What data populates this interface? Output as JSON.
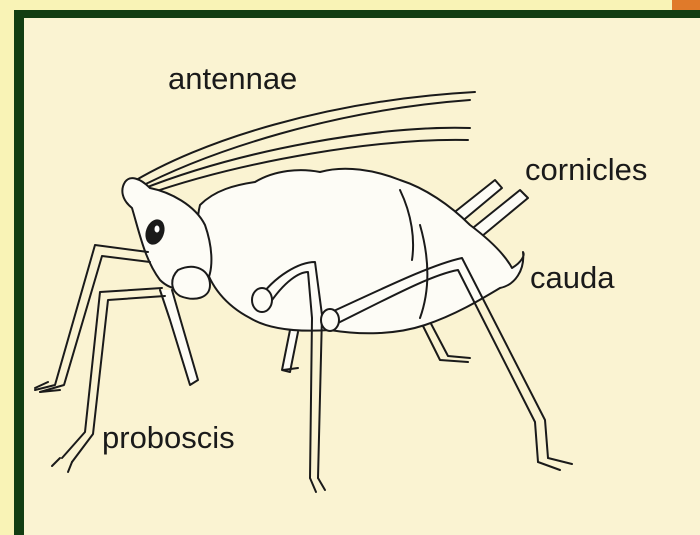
{
  "labels": {
    "antennae": "antennae",
    "cornicles": "cornicles",
    "cauda": "cauda",
    "proboscis": "proboscis"
  },
  "colors": {
    "background": "#f9f3b6",
    "panel": "#faf3d2",
    "border": "#123d12",
    "accent": "#e07a2a",
    "ink": "#1a1a1a",
    "body_fill": "#fdfcf6"
  }
}
